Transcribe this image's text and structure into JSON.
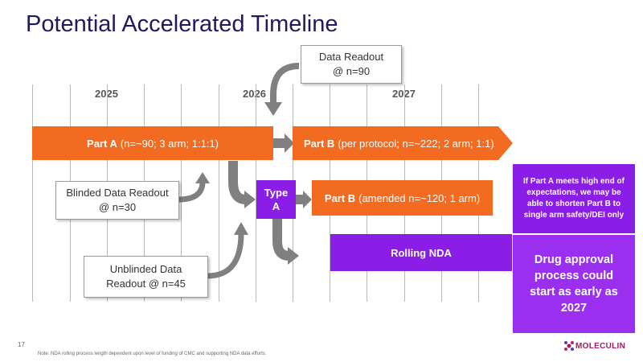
{
  "title": "Potential Accelerated Timeline",
  "years": [
    "2025",
    "2026",
    "2027"
  ],
  "bars": {
    "part_a": {
      "bold": "Part A",
      "detail": "(n=~90; 3 arm; 1:1:1)"
    },
    "part_b_protocol": {
      "bold": "Part B",
      "detail": "(per protocol; n=~222; 2 arm; 1:1)"
    },
    "part_b_amended": {
      "bold": "Part B",
      "detail": "(amended n=~120; 1 arm)"
    },
    "rolling_nda": "Rolling NDA"
  },
  "boxes": {
    "data_readout": [
      "Data Readout",
      "@ n=90"
    ],
    "blinded": [
      "Blinded Data Readout",
      "@ n=30"
    ],
    "unblinded": [
      "Unblinded Data",
      "Readout @ n=45"
    ]
  },
  "type_a": [
    "Type",
    "A"
  ],
  "callouts": {
    "part_a_meets": "If Part A meets high end of expectations, we may be able to shorten Part B to single arm safety/DEI only",
    "drug_approval": "Drug approval process could start as early as 2027"
  },
  "page_number": "17",
  "footnote": "Note: NDA rolling process length dependent upon level of funding of CMC and supporting NDA data efforts.",
  "logo_text": "MOLECULIN",
  "colors": {
    "orange": "#f26b21",
    "purple": "#8b1ee6",
    "arrow_gray": "#808080",
    "title": "#1f1a5c"
  }
}
